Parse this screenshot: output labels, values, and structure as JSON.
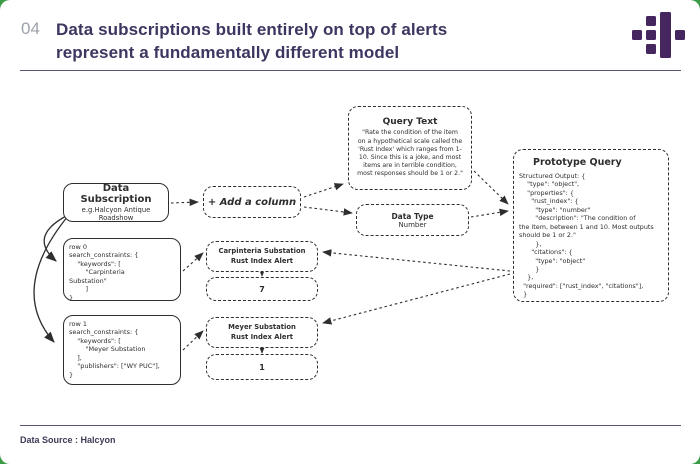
{
  "slide": {
    "number": "04",
    "title": "Data subscriptions built entirely on top of alerts\nrepresent a fundamentally different model",
    "footer": "Data Source : Halcyon"
  },
  "colors": {
    "background_green": "#3a9c47",
    "card_white": "#ffffff",
    "title_purple": "#3d3660",
    "number_gray": "#9ca1ad",
    "logo_purple": "#46265e",
    "ink": "#2e2e2e"
  },
  "diagram": {
    "data_subscription": {
      "title": "Data Subscription",
      "subtitle": "e.g.Halcyon Antique\nRoadshow"
    },
    "row0_code": "row 0\nsearch_constraints: {\n    \"keywords\": [\n        \"Carpinteria\nSubstation\"\n        ]\n}",
    "row1_code": "row 1\nsearch_constraints: {\n    \"keywords\": [\n        \"Meyer Substation\n    ],\n    \"publishers\": [\"WY PUC\"],\n}",
    "add_column_label": "+ Add a column",
    "query_text": {
      "title": "Query Text",
      "body": "\"Rate the condition of the item\non a hypothetical scale called the\n'Rust Index' which ranges from 1-\n10. Since this is a joke, and most\nitems are in terrible condition,\nmost responses should be 1 or 2.\""
    },
    "data_type": {
      "title": "Data Type",
      "value": "Number"
    },
    "prototype_query": {
      "title": "Prototype Query",
      "code": "Structured Output: {\n    \"type\": \"object\",\n    \"properties\": {\n      \"rust_index\": {\n        \"type\": \"number\"\n        \"description\": \"The condition of\nthe item, between 1 and 10. Most outputs\nshould be 1 or 2.\"\n        },\n      \"citations\": {\n        \"type\": \"object\"\n        }\n    },\n  \"required\": [\"rust_index\", \"citations\"],\n  }"
    },
    "carpinteria_alert": {
      "label": "Carpinteria Substation\nRust Index Alert",
      "value": "7"
    },
    "meyer_alert": {
      "label": "Meyer Substation\nRust Index Alert",
      "value": "1"
    }
  }
}
